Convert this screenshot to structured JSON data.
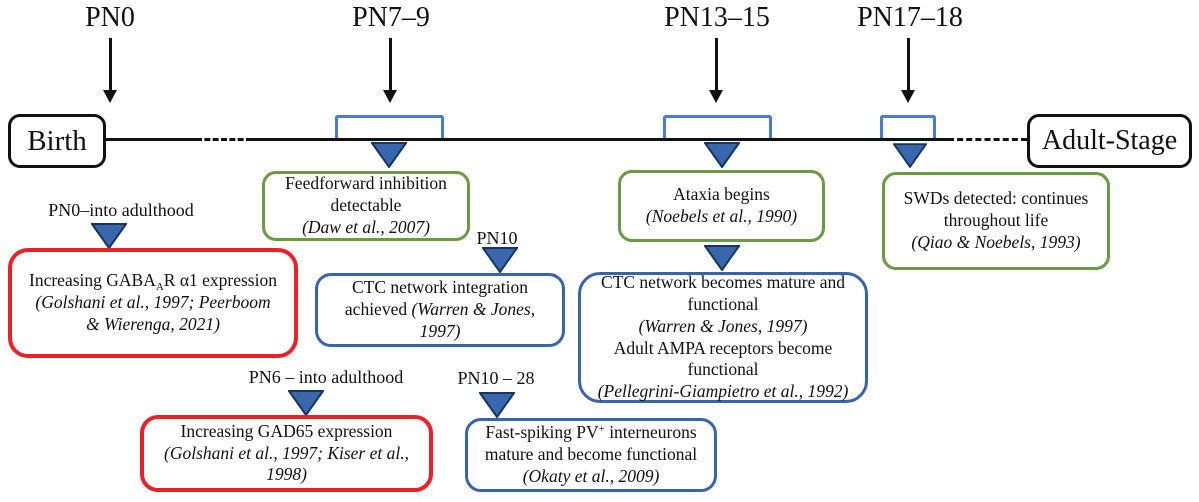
{
  "timeline": {
    "start_label": "Birth",
    "end_label": "Adult-Stage",
    "markers": [
      {
        "label": "PN0"
      },
      {
        "label": "PN7–9"
      },
      {
        "label": "PN13–15"
      },
      {
        "label": "PN17–18"
      }
    ]
  },
  "events": {
    "feedforward": {
      "text": "Feedforward inhibition detectable",
      "citation": "(Daw et al., 2007)"
    },
    "ataxia": {
      "text": "Ataxia begins",
      "citation": "(Noebels et al., 1990)"
    },
    "swds": {
      "text": "SWDs detected: continues throughout life",
      "citation": "(Qiao & Noebels, 1993)"
    },
    "gabaar": {
      "range_label": "PN0–into adulthood",
      "text_pre": "Increasing GABA",
      "text_sub": "A",
      "text_post": "R α1 expression",
      "citation": "(Golshani et al., 1997; Peerboom & Wierenga, 2021)"
    },
    "ctc_integration": {
      "range_label": "PN10",
      "text": "CTC network integration achieved ",
      "citation": "(Warren & Jones, 1997)"
    },
    "ctc_mature": {
      "text1": "CTC network becomes mature and functional",
      "citation1": "(Warren & Jones, 1997)",
      "text2": "Adult AMPA receptors become functional",
      "citation2": "(Pellegrini-Giampietro et al., 1992)"
    },
    "gad65": {
      "range_label": "PN6 – into adulthood",
      "text": "Increasing GAD65 expression",
      "citation": "(Golshani et al., 1997; Kiser et al., 1998)"
    },
    "pv": {
      "range_label": "PN10 – 28",
      "text_pre": "Fast-spiking PV",
      "text_sup": "+",
      "text_post": " interneurons mature and become functional",
      "citation": "(Okaty et al., 2009)"
    }
  },
  "colors": {
    "ink": "#111111",
    "red": "#ec2027",
    "green": "#6a9a44",
    "blue": "#3a63ad",
    "bracket_blue": "#4d7cc9",
    "triangle_fill": "#3a66ad",
    "triangle_stroke": "#17365d"
  }
}
